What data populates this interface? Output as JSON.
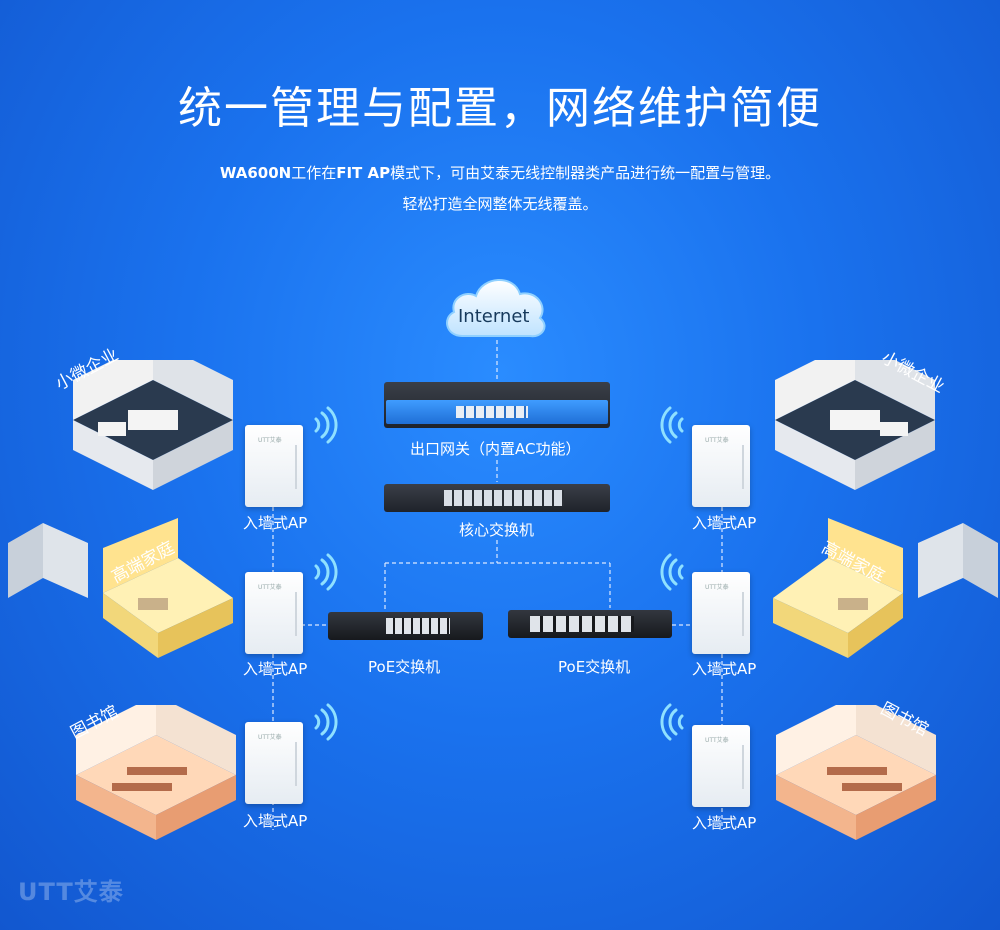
{
  "header": {
    "title": "统一管理与配置，网络维护简便",
    "subtitle_product": "WA600N",
    "subtitle_part1": "工作在",
    "subtitle_mode": "FIT AP",
    "subtitle_part2": "模式下，可由艾泰无线控制器类产品进行统一配置与管理。",
    "subtitle_line2": "轻松打造全网整体无线覆盖。"
  },
  "cloud": {
    "label": "Internet"
  },
  "devices": {
    "gateway_label": "出口网关（内置AC功能）",
    "core_switch_label": "核心交换机",
    "poe_left_label": "PoE交换机",
    "poe_right_label": "PoE交换机"
  },
  "ap_label": "入墙式AP",
  "ap_logo": "UTT艾泰",
  "scenes": {
    "small_office": "小微企业",
    "home": "高端家庭",
    "library": "图书馆"
  },
  "brand": "UTT艾泰",
  "colors": {
    "accent": "#1a72ee",
    "line": "#dbe8ff",
    "device_dark": "#2b2f36",
    "device_blue": "#2a7de1"
  }
}
